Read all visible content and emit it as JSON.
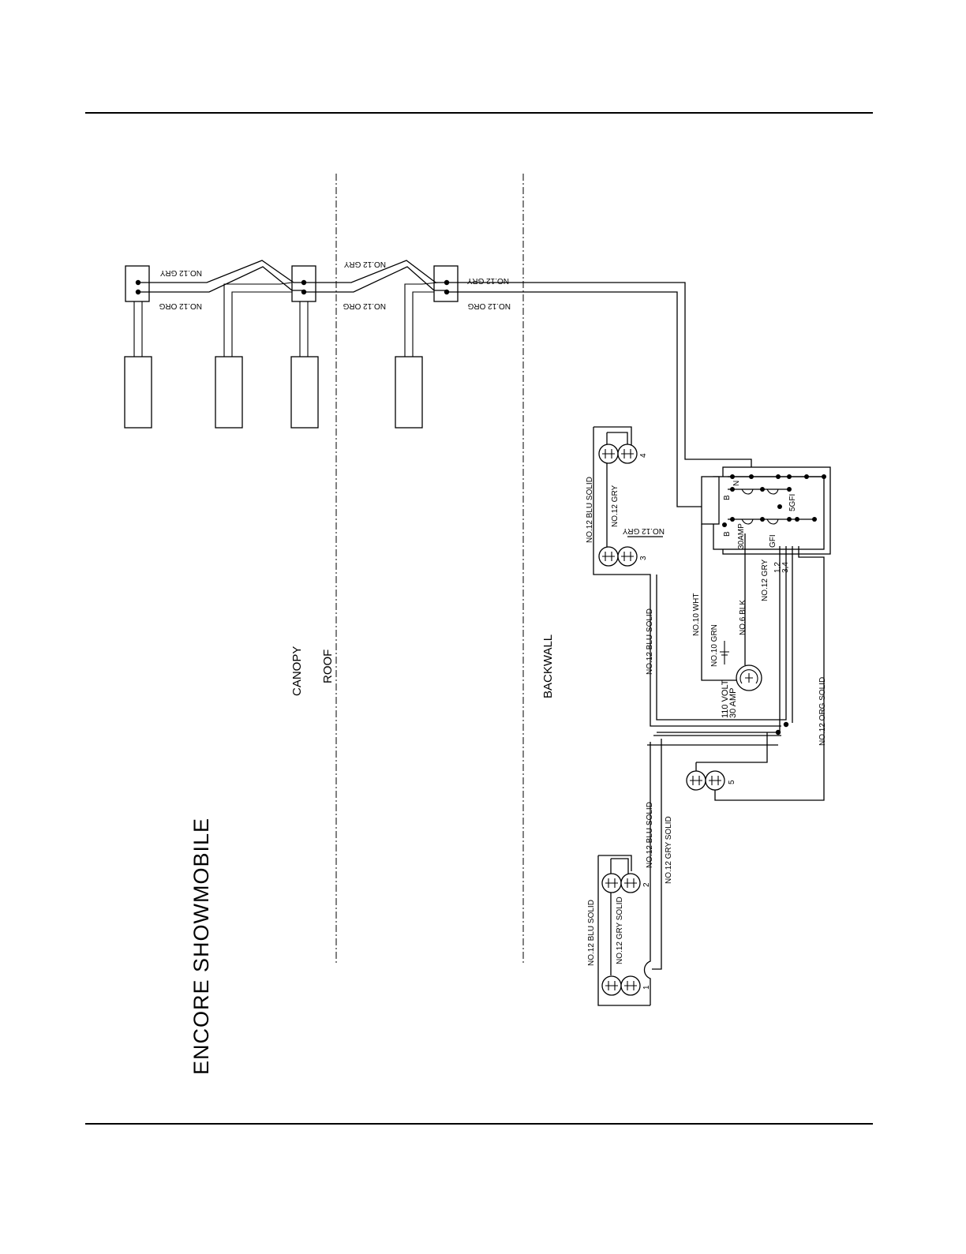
{
  "title": "ENCORE SHOWMOBILE",
  "zones": {
    "canopy": "CANOPY",
    "roof": "ROOF",
    "backwall": "BACKWALL"
  },
  "wire_labels": {
    "gry_12": "NO.12 GRY",
    "org_12": "NO.12 ORG",
    "blu_solid_12": "NO.12 BLU SOLID",
    "gry_solid_12": "NO.12 GRY SOLID",
    "org_solid_12": "NO.12 ORG SOLID",
    "wht_10": "NO.10 WHT",
    "grn_10": "NO.10 GRN",
    "blk_6": "NO.6 BLK"
  },
  "panel_labels": {
    "b": "B",
    "n": "N",
    "gfi_5": "5GFI",
    "amp_30": "30AMP",
    "gfi": "GFI",
    "circ_12": "1,2",
    "circ_34": "3,4"
  },
  "inlet_label": {
    "line1": "110 VOLT",
    "line2": "30 AMP"
  },
  "receptacles": [
    "1",
    "2",
    "3",
    "4",
    "5"
  ]
}
